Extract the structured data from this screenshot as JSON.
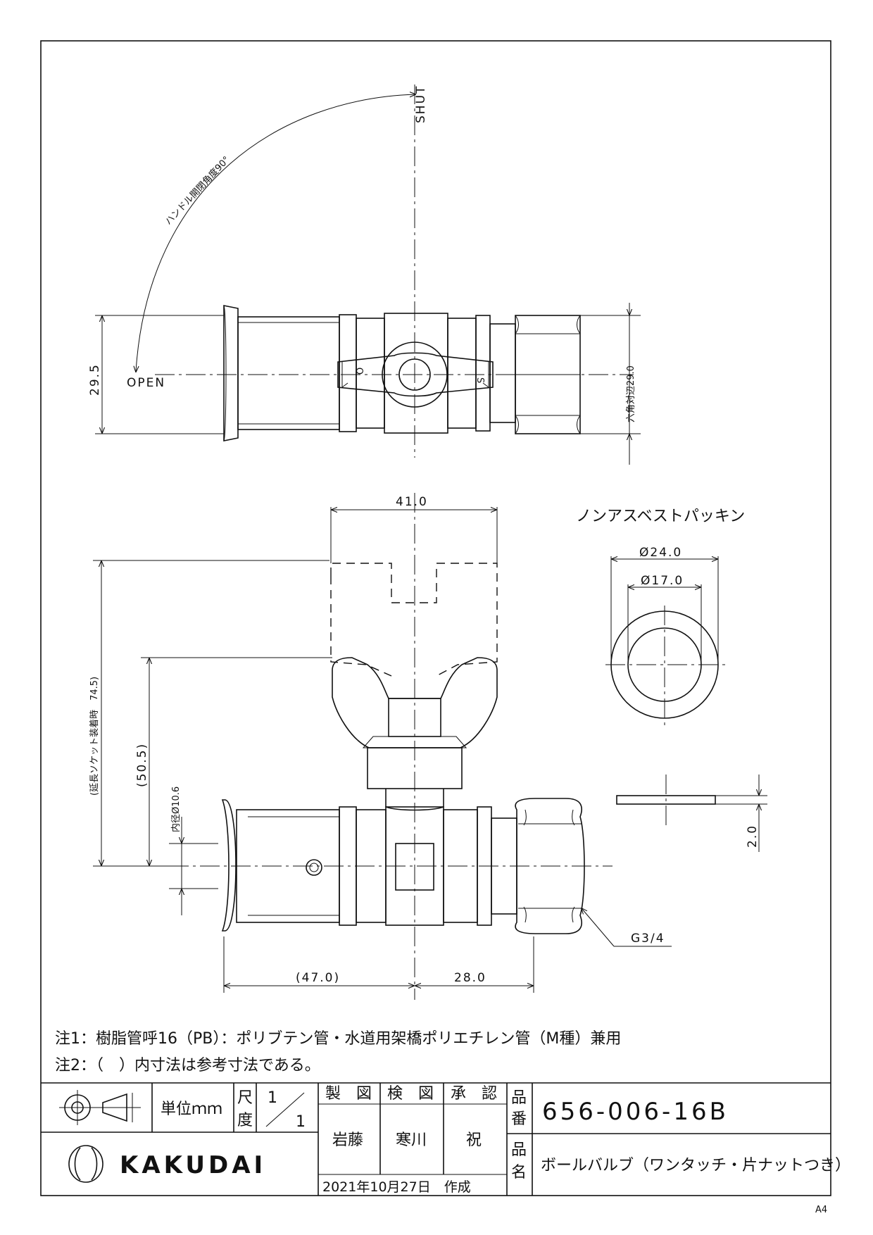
{
  "labels": {
    "shut": "SHUT",
    "open": "OPEN",
    "handle_angle": "ハンドル開閉角度90°",
    "handle_o": "O",
    "handle_s": "S",
    "width_top": "29.5",
    "hex_across": "六角対辺29.0",
    "dim_41": "41.0",
    "dim_745": "(延長ソケット装着時　74.5)",
    "dim_505": "(50.5)",
    "inner_dia": "内径Ø10.6",
    "dim_47": "(47.0)",
    "dim_28": "28.0",
    "thread": "G3/4",
    "packing_title": "ノンアスベストパッキン",
    "packing_outer": "Ø24.0",
    "packing_inner": "Ø17.0",
    "packing_thick": "2.0"
  },
  "notes": [
    "注1：樹脂管呼16（PB）：ポリブテン管・水道用架橋ポリエチレン管（M種）兼用",
    "注2：（　）内寸法は参考寸法である。"
  ],
  "title_block": {
    "unit": "単位ｍｍ",
    "scale_label_1": "尺",
    "scale_label_2": "度",
    "scale_num": "1",
    "scale_den": "1",
    "drawn_label": "製　図",
    "checked_label": "検　図",
    "approved_label": "承　認",
    "drawn_by": "岩藤",
    "checked_by": "寒川",
    "approved_by": "祝",
    "date": "2021年10月27日　作成",
    "part_no_label_1": "品",
    "part_no_label_2": "番",
    "part_no": "656-006-16B",
    "part_name_label_1": "品",
    "part_name_label_2": "名",
    "part_name": "ボールバルブ（ワンタッチ・片ナットつき）",
    "brand": "KAKUDAI",
    "paper": "A4"
  }
}
